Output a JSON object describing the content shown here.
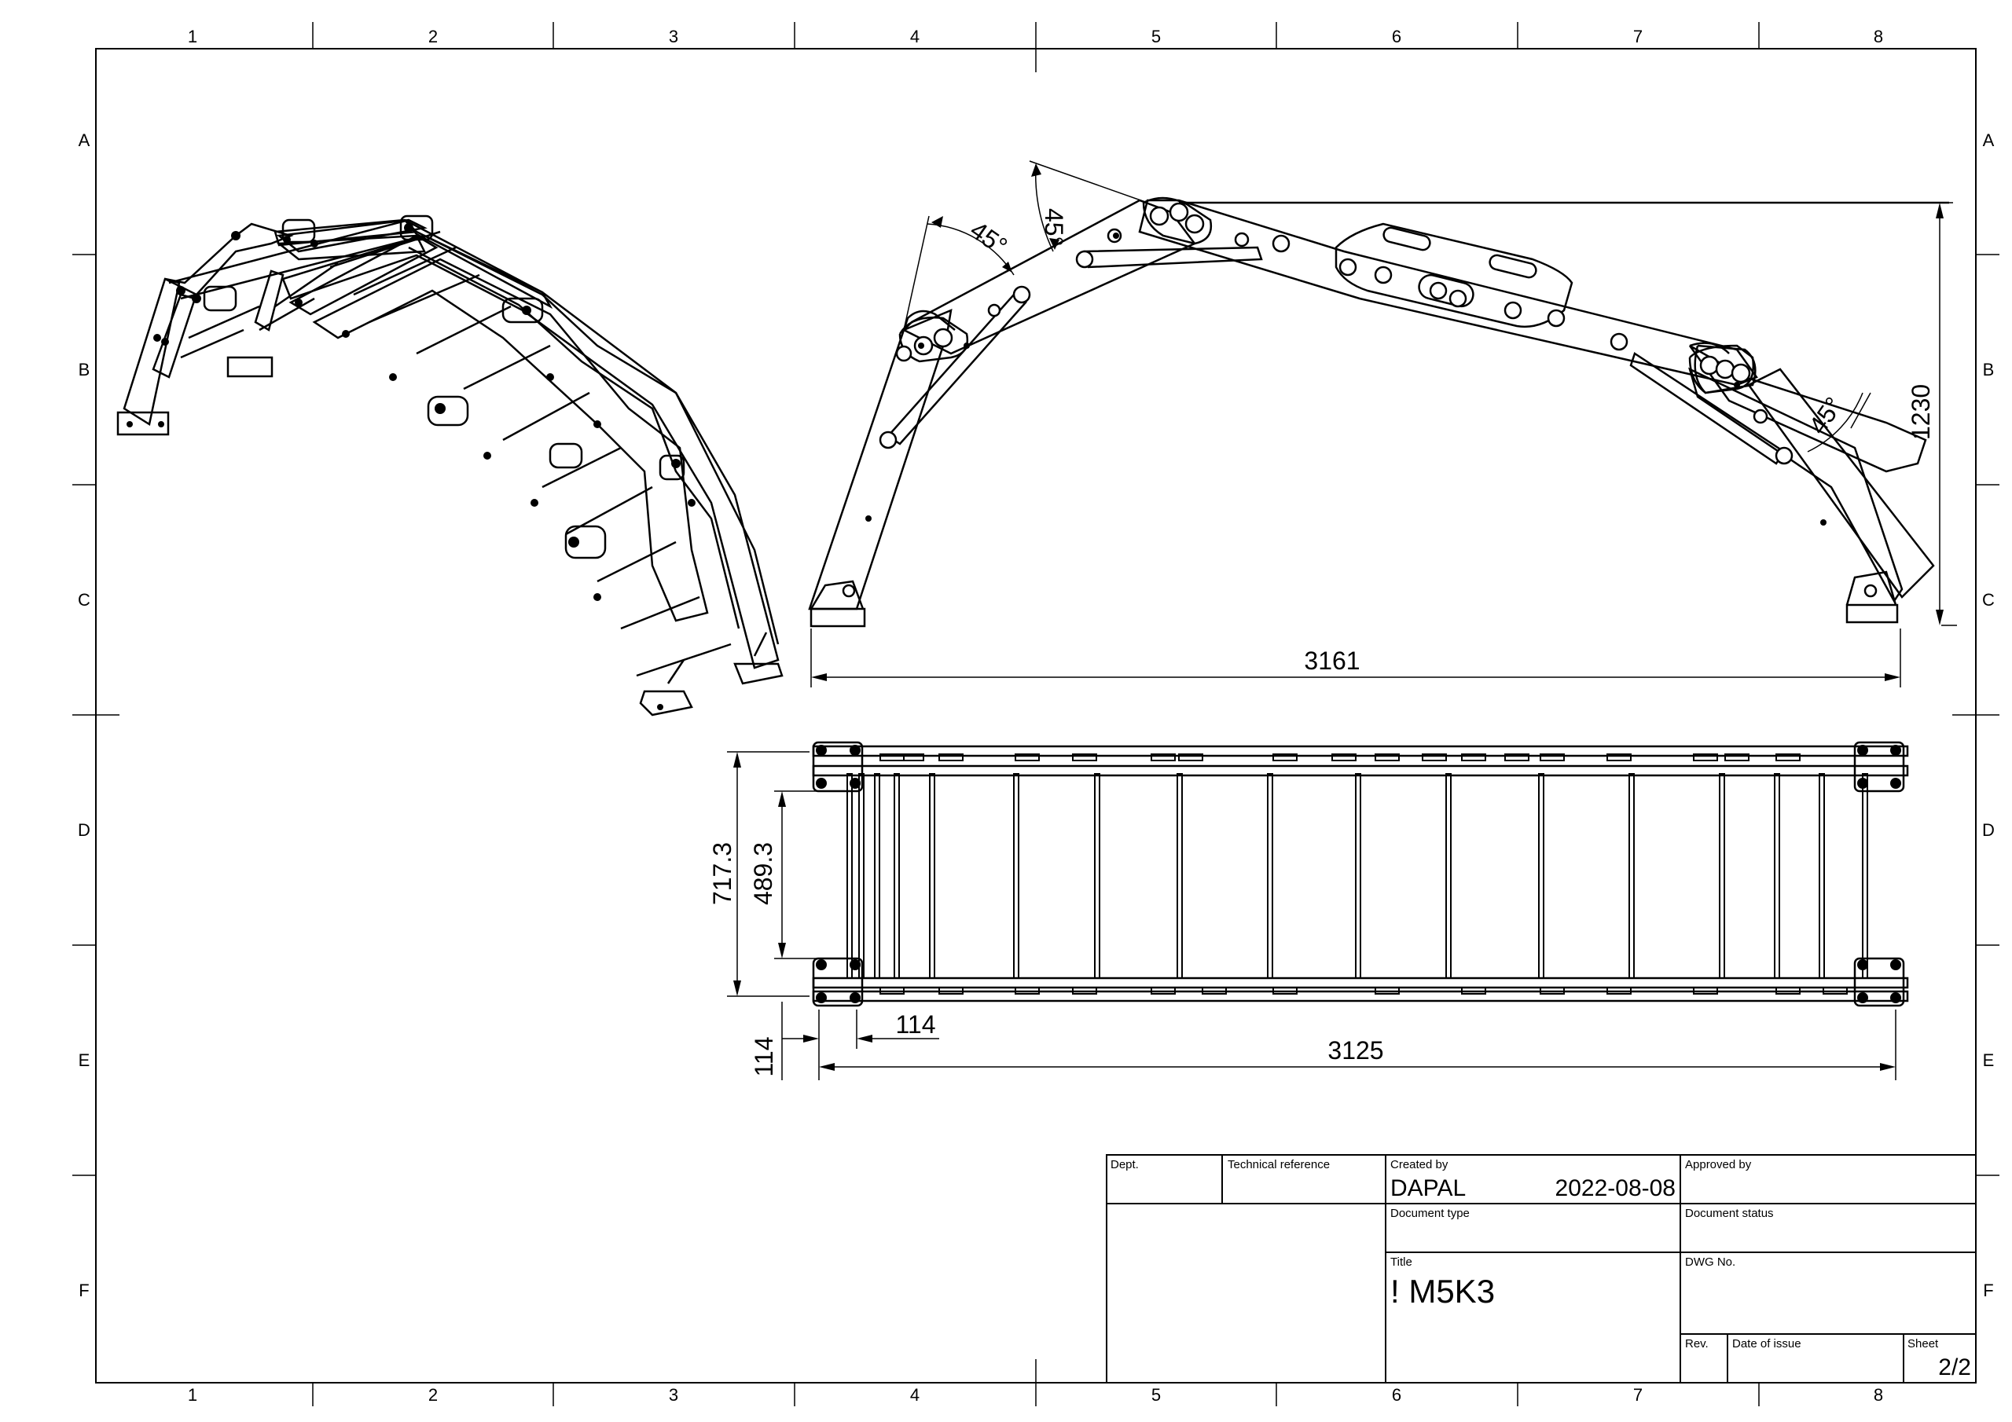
{
  "frame": {
    "col_labels": [
      "1",
      "2",
      "3",
      "4",
      "5",
      "6",
      "7",
      "8"
    ],
    "row_labels": [
      "A",
      "B",
      "C",
      "D",
      "E",
      "F"
    ]
  },
  "dimensions": {
    "angle_left_outer": "45°",
    "angle_left_inner": "45°",
    "angle_right": "45°",
    "height": "1230",
    "side_width": "3161",
    "outer_width": "717.3",
    "inner_width": "489.3",
    "end_offset_vertical": "114",
    "end_offset_horizontal": "114",
    "top_length": "3125"
  },
  "title_block": {
    "dept_label": "Dept.",
    "technical_reference_label": "Technical reference",
    "created_by_label": "Created by",
    "created_by": "DAPAL",
    "created_date": "2022-08-08",
    "approved_by_label": "Approved by",
    "document_type_label": "Document type",
    "document_status_label": "Document status",
    "title_label": "Title",
    "title": "! M5K3",
    "dwg_no_label": "DWG No.",
    "rev_label": "Rev.",
    "date_of_issue_label": "Date of issue",
    "sheet_label": "Sheet",
    "sheet": "2/2"
  }
}
